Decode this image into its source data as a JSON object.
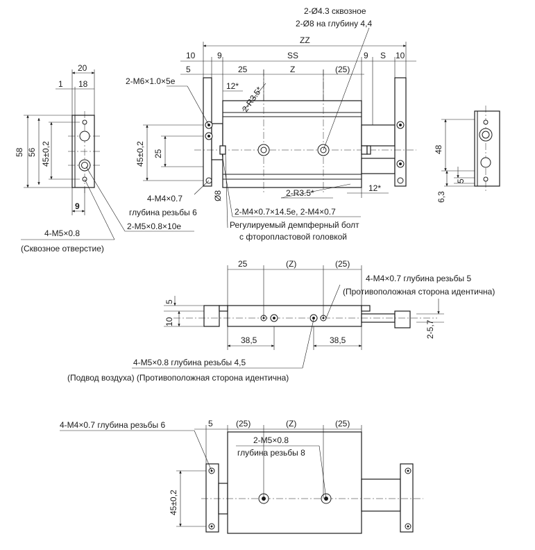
{
  "top_view": {
    "thru_hole_1": "2-Ø4.3 сквозное",
    "thru_hole_2": "2-Ø8 на глубину 4,4",
    "dim_zz": "ZZ",
    "dim_10_left": "10",
    "dim_9_left": "9",
    "dim_ss": "SS",
    "dim_9_right": "9",
    "dim_s": "S",
    "dim_10_right": "10",
    "dim_5": "5",
    "dim_25": "25",
    "dim_z": "Z",
    "dim_25_paren": "(25)",
    "dim_12_star_top": "12*",
    "dim_r35_top": "2-R3.5*",
    "dim_12_star_bottom": "12*",
    "dim_r35_bottom": "2-R3.5*",
    "dim_45": "45±0,2",
    "dim_25_vert": "25",
    "dim_phi8": "Ø8",
    "m6_label": "2-M6×1.0×5e",
    "m4_label_1": "4-M4×0.7",
    "m4_label_2": "глубина резьбы 6",
    "m4_damper": "2-M4×0.7×14.5e, 2-M4×0.7",
    "damper_1": "Регулируемый демпферный болт",
    "damper_2": "с фторопластовой головкой"
  },
  "left_view": {
    "dim_20": "20",
    "dim_1": "1",
    "dim_18": "18",
    "dim_58": "58",
    "dim_56": "56",
    "dim_45": "45±0,2",
    "dim_9": "9",
    "m5_label_1": "4-M5×0.8",
    "m5_label_2": "(Сквозное отверстие)",
    "m5_10e": "2-M5×0.8×10e"
  },
  "right_view": {
    "dim_48": "48",
    "dim_5": "5",
    "dim_63": "6,3"
  },
  "side_view": {
    "dim_25": "25",
    "dim_z_paren": "(Z)",
    "dim_25_paren": "(25)",
    "m4_label_1": "4-M4×0.7 глубина резьбы 5",
    "m4_label_2": "(Противоположная сторона идентична)",
    "dim_5": "5",
    "dim_10": "10",
    "dim_257": "2-5,7",
    "dim_385_left": "38,5",
    "dim_385_right": "38,5",
    "m5_label_1": "4-M5×0.8 глубина резьбы 4,5",
    "m5_label_2": "(Подвод воздуха) (Противоположная сторона идентична)"
  },
  "bottom_view": {
    "m4_label": "4-M4×0.7 глубина резьбы 6",
    "dim_5": "5",
    "dim_25_left": "(25)",
    "dim_z": "(Z)",
    "dim_25_right": "(25)",
    "m5_label_1": "2-M5×0.8",
    "m5_label_2": "глубина резьбы 8",
    "dim_45": "45±0,2"
  }
}
